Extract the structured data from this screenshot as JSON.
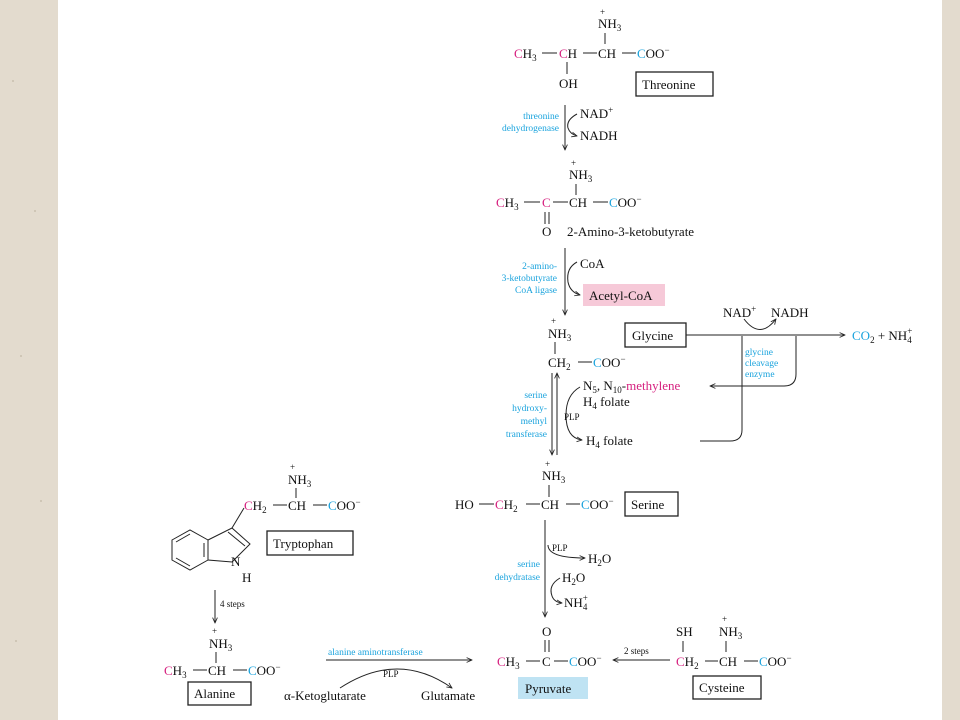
{
  "compounds": {
    "threonine": "Threonine",
    "ketobutyrate": "2-Amino-3-ketobutyrate",
    "acetyl_coa": "Acetyl-CoA",
    "glycine": "Glycine",
    "serine": "Serine",
    "pyruvate": "Pyruvate",
    "cysteine": "Cysteine",
    "tryptophan": "Tryptophan",
    "alanine": "Alanine",
    "glutamate": "Glutamate",
    "alpha_ketoglutarate": "α-Ketoglutarate"
  },
  "cofactors": {
    "nad": "NAD",
    "nadh": "NADH",
    "coa": "CoA",
    "plp": "PLP",
    "h4_folate": "H",
    "folate_word": "folate",
    "methylene": "methylene",
    "co2": "CO",
    "h2o": "H",
    "nh4": "NH"
  },
  "enzymes": {
    "threonine_dehydrogenase": [
      "threonine",
      "dehydrogenase"
    ],
    "amino_ketobutyrate_coa_ligase": [
      "2-amino-",
      "3-ketobutyrate",
      "CoA ligase"
    ],
    "glycine_cleavage": [
      "glycine",
      "cleavage",
      "enzyme"
    ],
    "serine_hydroxymethyl_transferase": [
      "serine",
      "hydroxy-",
      "methyl",
      "transferase"
    ],
    "serine_dehydratase": [
      "serine",
      "dehydratase"
    ],
    "alanine_aminotransferase": "alanine aminotransferase"
  },
  "steps": {
    "four_steps": "4 steps",
    "two_steps": "2 steps"
  },
  "colors": {
    "carbon_magenta": "#d6207f",
    "carbon_blue": "#1aa3dd",
    "acetyl_box": "#f6c9d8",
    "pyruvate_box": "#bfe3f3"
  }
}
